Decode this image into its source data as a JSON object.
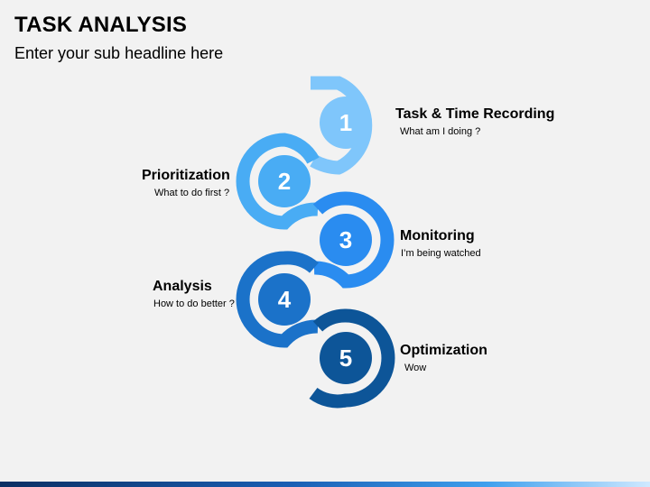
{
  "title": "TASK ANALYSIS",
  "subtitle": "Enter your sub headline here",
  "steps": [
    {
      "number": "1",
      "title": "Task & Time Recording",
      "desc": "What am I doing ?",
      "color": "#7fc6fb"
    },
    {
      "number": "2",
      "title": "Prioritization",
      "desc": "What to do first ?",
      "color": "#49acf4"
    },
    {
      "number": "3",
      "title": "Monitoring",
      "desc": "I’m being watched",
      "color": "#2a8cf0"
    },
    {
      "number": "4",
      "title": "Analysis",
      "desc": "How to do better ?",
      "color": "#1b72c9"
    },
    {
      "number": "5",
      "title": "Optimization",
      "desc": "Wow",
      "color": "#0d5598"
    }
  ]
}
